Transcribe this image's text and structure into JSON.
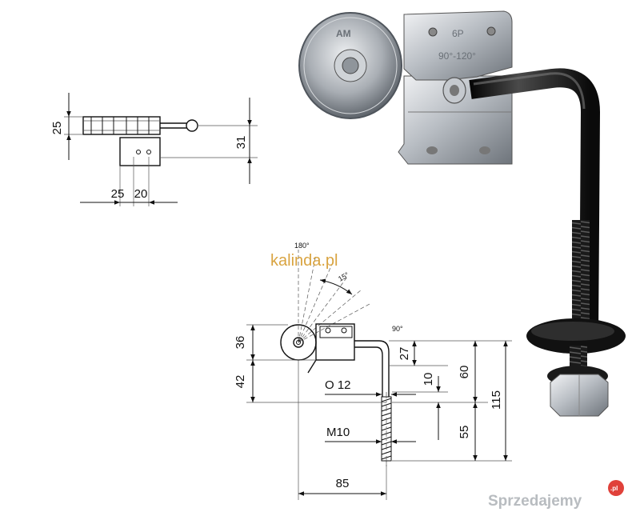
{
  "top_drawing": {
    "dim_height_left": "25",
    "dim_height_right": "31",
    "dim_bottom_a": "25",
    "dim_bottom_b": "20"
  },
  "main_drawing": {
    "angle_180": "180°",
    "angle_15": "15°",
    "angle_90": "90°",
    "dim_36": "36",
    "dim_42": "42",
    "dim_27": "27",
    "dim_60": "60",
    "dim_115": "115",
    "dim_10": "10",
    "dim_55": "55",
    "dim_85": "85",
    "diameter_label": "O 12",
    "thread_label": "M10"
  },
  "photo": {
    "logo_mark": "AM",
    "plate_code": "6P",
    "plate_range": "90°-120°"
  },
  "watermarks": {
    "site": "kalinda.pl",
    "brand": "Sprzedajemy",
    "brand_tld": ".pl"
  }
}
